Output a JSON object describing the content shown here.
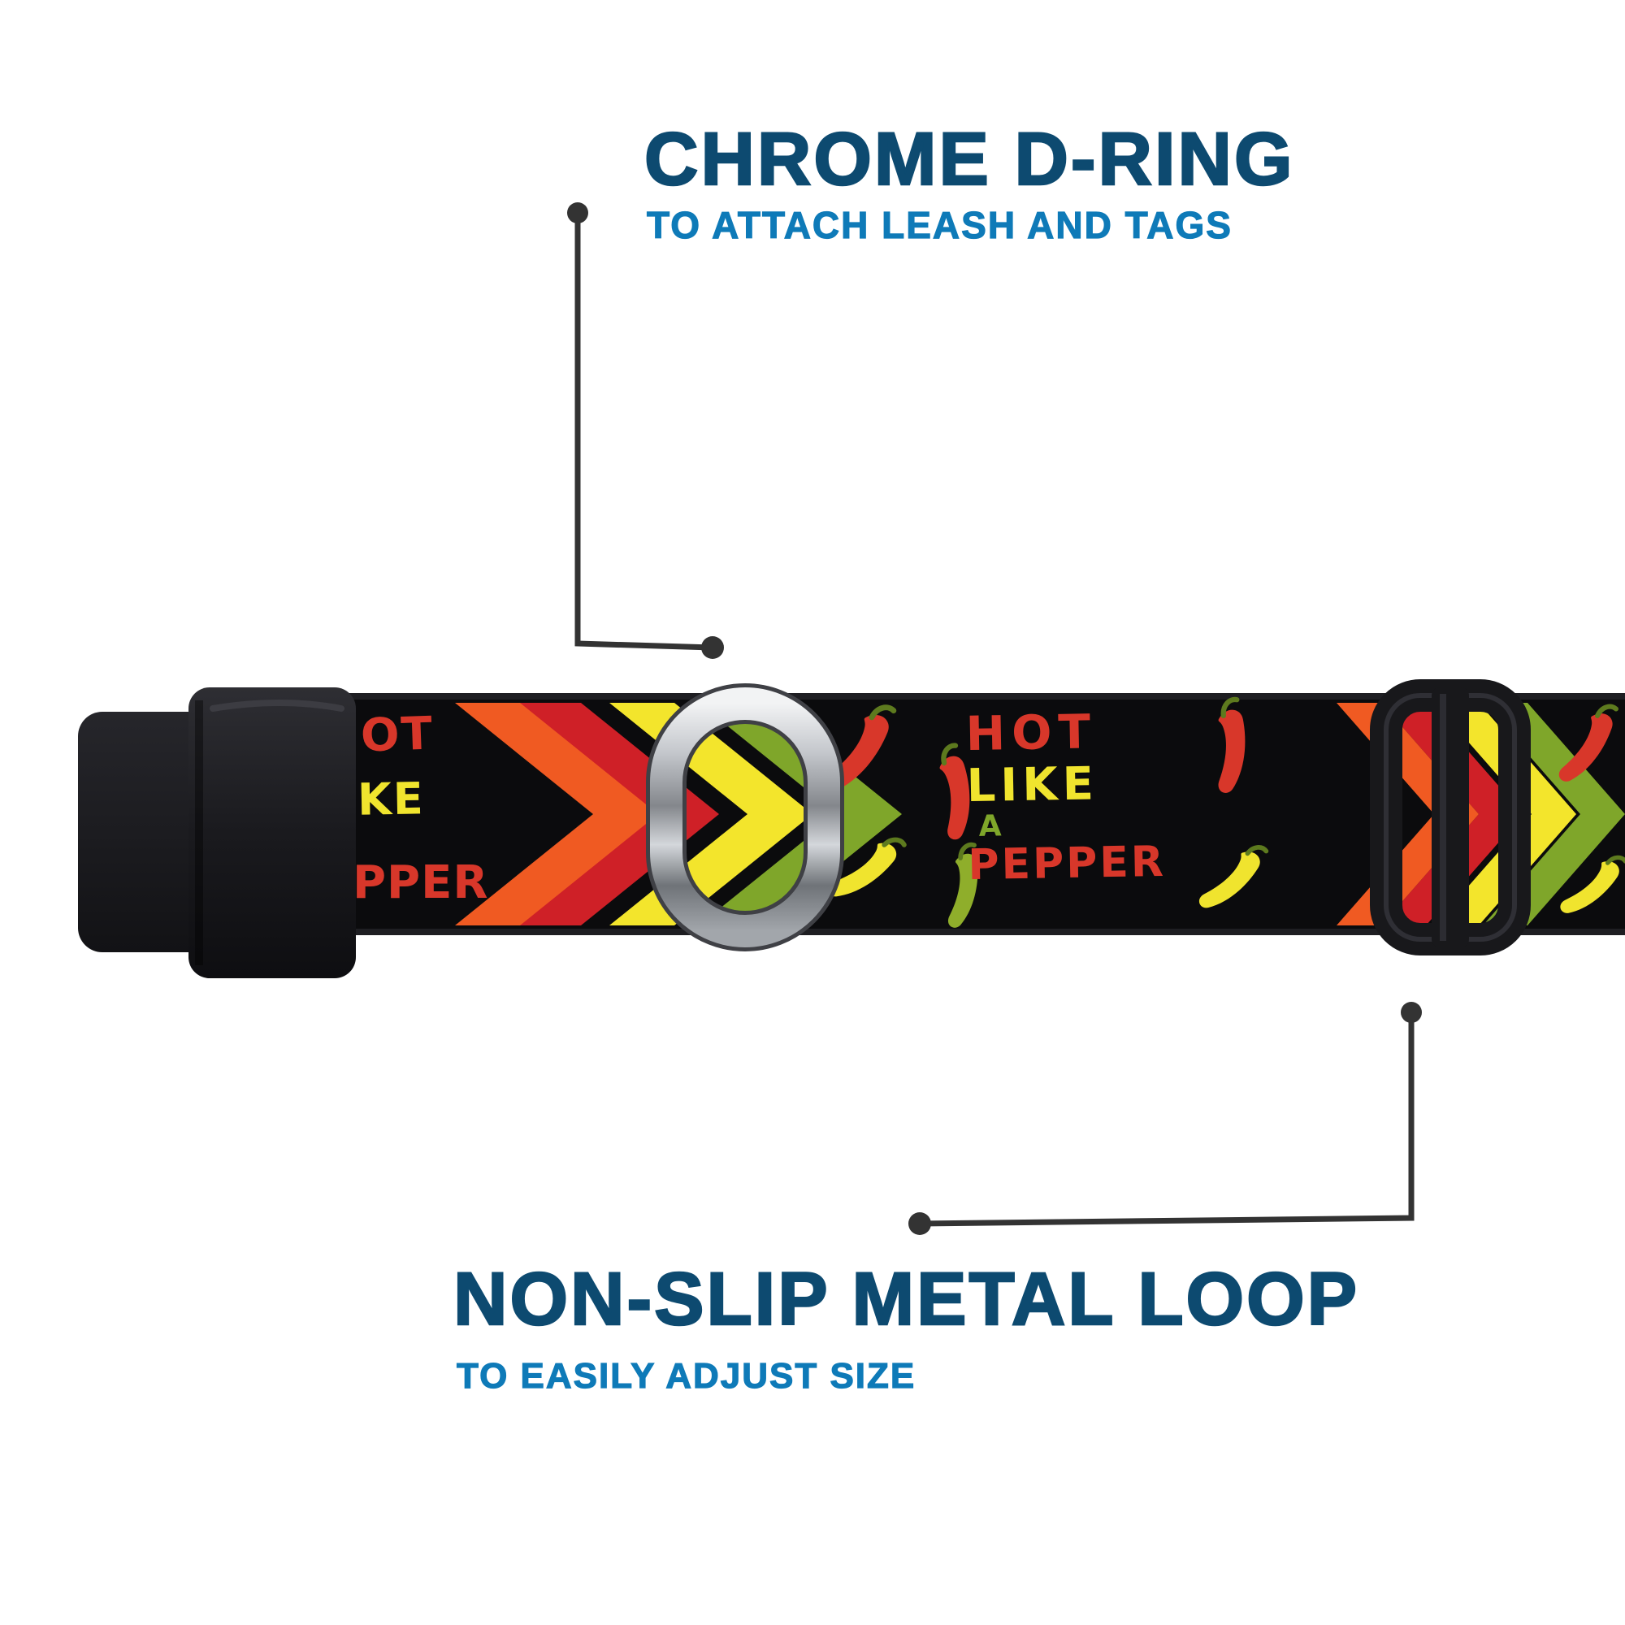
{
  "callouts": {
    "d_ring": {
      "title": "CHROME D-RING",
      "subtitle": "TO ATTACH LEASH AND TAGS"
    },
    "metal_loop": {
      "title": "NON-SLIP METAL LOOP",
      "subtitle": "TO EASILY ADJUST SIZE"
    }
  },
  "strap": {
    "word_hot": "HOT",
    "word_like": "LIKE",
    "word_a": "A",
    "word_pepper": "PEPPER",
    "partial_word_top": "OT",
    "partial_word_middle": "KE",
    "partial_word_bottom": "PPER"
  },
  "colors": {
    "title-blue": "#0d4a70",
    "subtitle-blue": "#0e7ab8",
    "callout-line": "#333333",
    "chevron-orange": "#f05a22",
    "chevron-red": "#cf2027",
    "chevron-yellow": "#f3e52c",
    "chevron-green": "#7fa62a",
    "pepper-red": "#d8372a",
    "pepper-yellow": "#f0e42e",
    "pepper-green": "#8fae2b",
    "strap-black": "#0b0b0d"
  }
}
